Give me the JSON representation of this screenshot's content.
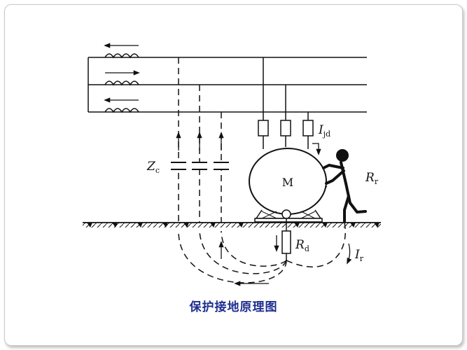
{
  "diagram": {
    "caption": "保护接地原理图",
    "motor_label": "M",
    "capacitance_label": {
      "main": "Z",
      "sub": "c"
    },
    "fault_current_label": {
      "main": "I",
      "sub": "jd"
    },
    "body_resistance_label": {
      "main": "R",
      "sub": "r"
    },
    "ground_resistance_label": {
      "main": "R",
      "sub": "d"
    },
    "body_current_label": {
      "main": "I",
      "sub": "r"
    }
  },
  "colors": {
    "line": "#111111",
    "caption": "#1f2f8f"
  }
}
